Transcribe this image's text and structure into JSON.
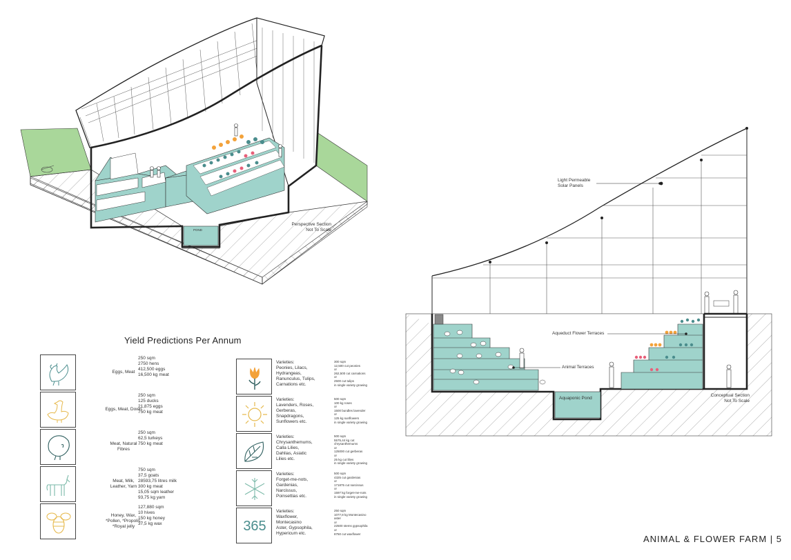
{
  "drawing_labels": {
    "perspective_section": "Perspective Section\nNot To Scale",
    "pond_tag": "POND",
    "solar_panels": "Light Permeable\nSolar Panels",
    "aqueduct_terraces": "Aqueduct Flower Terraces",
    "animal_terraces": "Animal Terraces",
    "aquaponic_pond": "Aquaponic Pond",
    "conceptual_section": "Conceptual Section\nNot To Scale"
  },
  "yield": {
    "title": "Yield Predictions Per Annum",
    "animals": [
      {
        "icon": "rooster-icon",
        "label": "Eggs, Meat",
        "stats": "250 sqm\n2750 hens\n412,500 eggs\n16,500 kg meat"
      },
      {
        "icon": "goose-icon",
        "label": "Eggs, Meat, Down",
        "stats": "250 sqm\n125 ducks\n21,875 eggs\n750 kg meat"
      },
      {
        "icon": "turkey-icon",
        "label": "Meat, Natural\nFibres",
        "stats": "250 sqm\n62,5 turkeys\n750 kg meat"
      },
      {
        "icon": "goat-icon",
        "label": "Meat, Milk,\nLeather, Yarn",
        "stats": "750 sqm\n37,5 goats\n28593,75 litres milk\n300 kg meat\n15,05 sqm leather\n93,75 kg yarn"
      },
      {
        "icon": "bee-icon",
        "label": "Honey, Wax,\n*Pollen, *Propolis,\n*Royal jelly",
        "stats": "127,880 sqm\n10 hives\n150 kg honey\n37,5 kg wax"
      }
    ],
    "flowers": [
      {
        "icon": "tulip-icon",
        "varieties": "Varieties:\nPeonies, Lilacs,\nHydrangeas,\nRanunculus, Tulips,\nCarnations etc.",
        "stats": "300 sqm\n12,500 cut peonies\nor\n262,500 cut carnations\nor\n2500 cut tulips\nin single variety growing"
      },
      {
        "icon": "sun-icon",
        "varieties": "Varieties:\nLavenders, Roses,\nGerberas,\nSnapdragons,\nSunflowers etc.",
        "stats": "500 sqm\n100 kg roses\nor\n1500 bundles lavender\nor\n125 kg sunflowers\nin single variety growing"
      },
      {
        "icon": "leaf-icon",
        "varieties": "Varieties:\nChrysanthemums,\nCalla Lilies,\nDahlias, Asiatic\nLilies etc.",
        "stats": "500 sqm\n5575,44 kg cut\nchrysanthemums\nor\n125000 cut gerberas\nor\n25 kg cut lilies\nin single variety growing"
      },
      {
        "icon": "snowflake-icon",
        "varieties": "Varieties:\nForget-me-nots,\nGardenias,\nNarcissus,\nPoinsettias etc.",
        "stats": "500 sqm\n4325 cut gardenias\nor\n171875 cut narcissus\nor\n1597 kg forget-me-nots\nin single variety growing"
      },
      {
        "icon": "365-icon",
        "icon_text": "365",
        "varieties": "Varieties:\nWaxflower,\nMontecasino\nAster, Gypsophila,\nHypericum etc.",
        "stats": "250 sqm\n1077,8 kg Montecasino\naster\nor\n22500 stems gypsophila\nor\n8750 cut waxflower"
      }
    ]
  },
  "footer": "ANIMAL & FLOWER FARM | 5",
  "colors": {
    "teal": "#9fd3cb",
    "teal_dark": "#4a8d8d",
    "grass": "#a9d79a",
    "line": "#222222",
    "orange": "#f3a23a",
    "flower_pink": "#e8607a",
    "hive_yellow": "#e6b84a"
  }
}
